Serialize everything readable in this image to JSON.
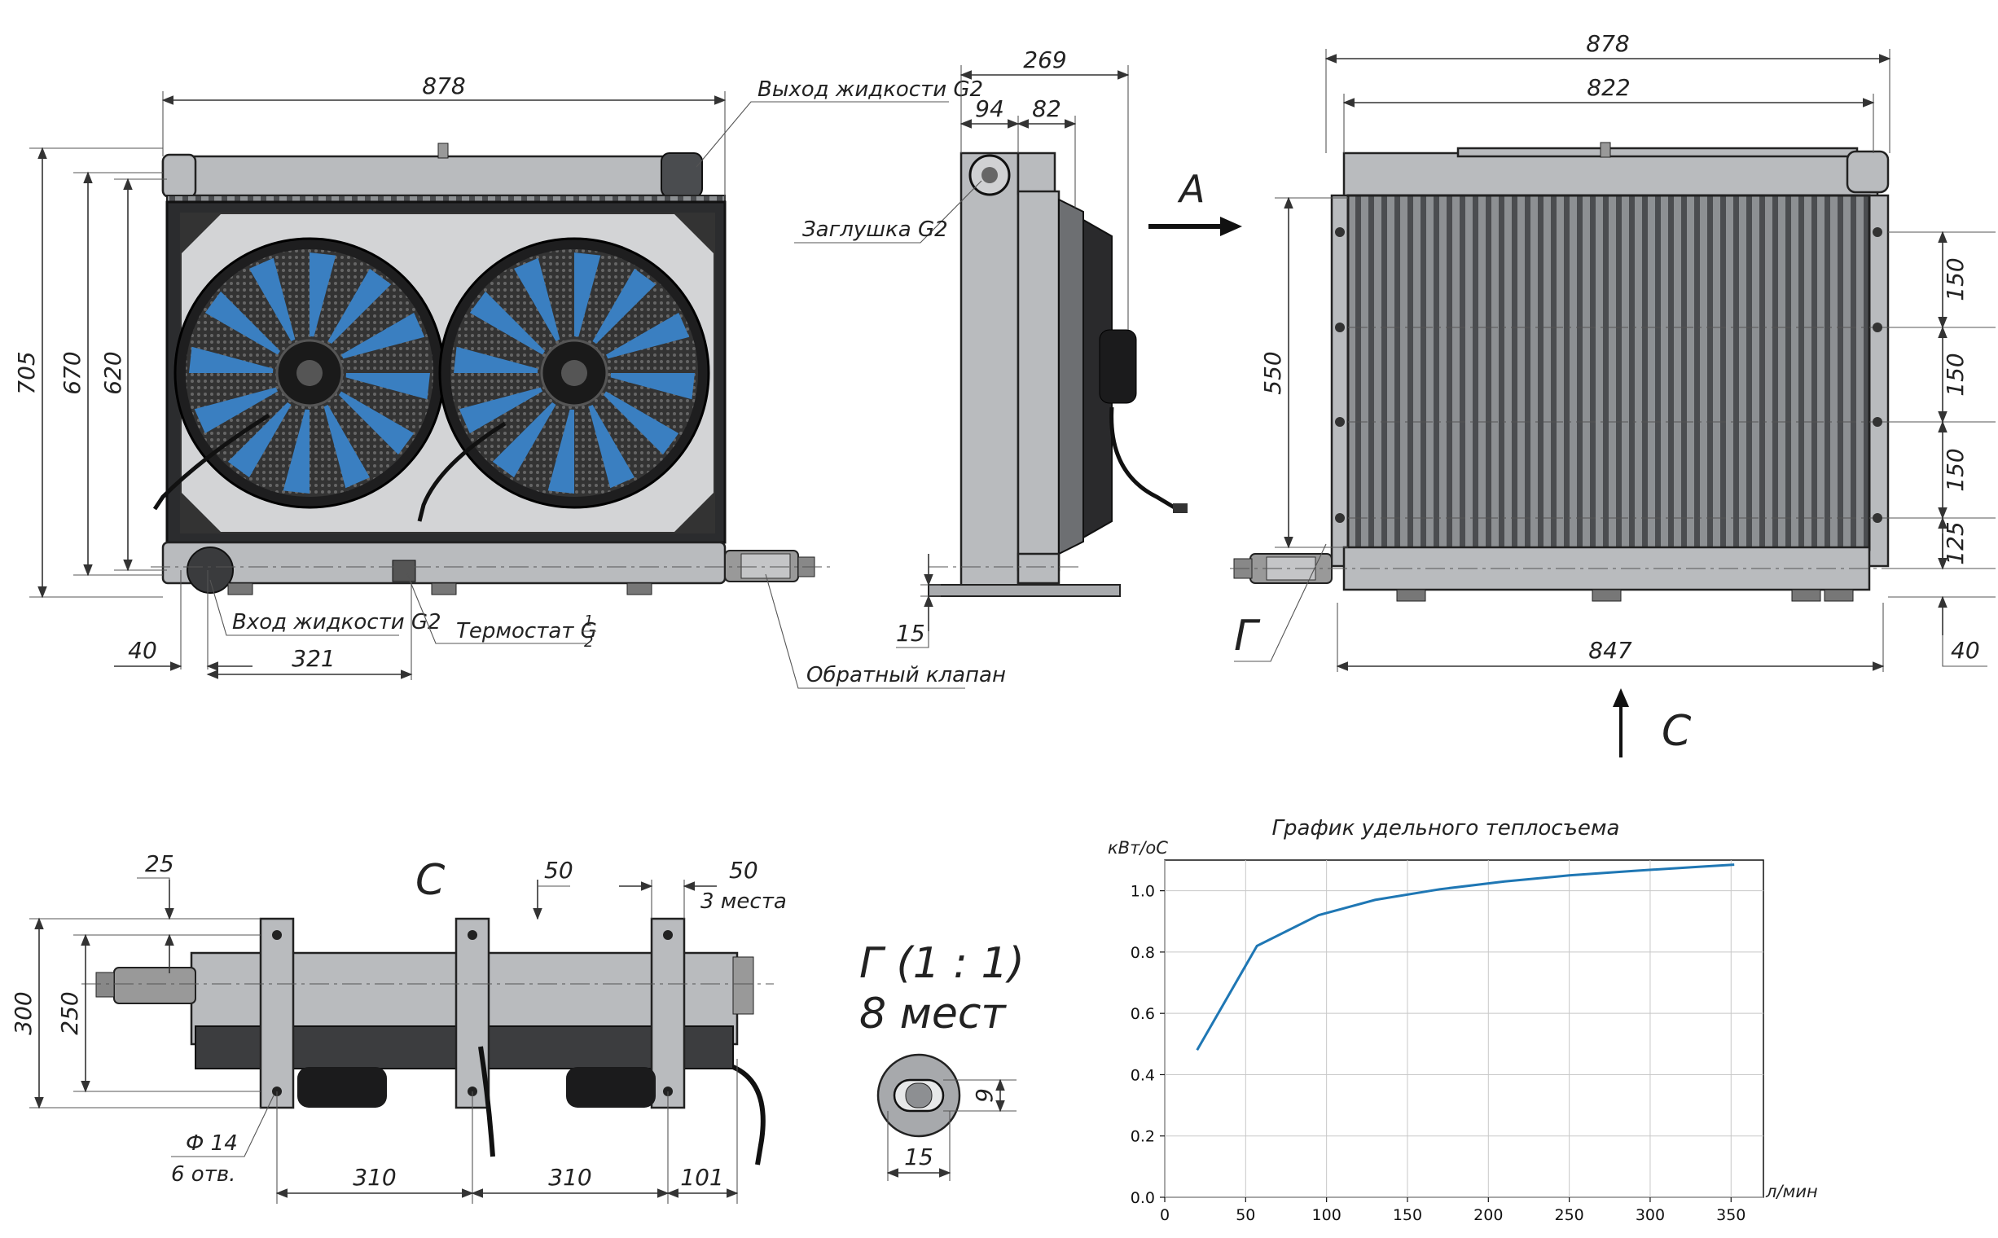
{
  "front_view": {
    "width": "878",
    "height_705": "705",
    "height_670": "670",
    "height_620": "620",
    "offset_40": "40",
    "dist_321": "321",
    "outlet": "Выход жидкости G2",
    "inlet": "Вход жидкости G2",
    "thermostat": "Термостат G",
    "thermostat_num": "1",
    "thermostat_den": "2",
    "check_valve": "Обратный клапан"
  },
  "side_view": {
    "depth_269": "269",
    "d94": "94",
    "d82": "82",
    "plug": "Заглушка G2",
    "d15": "15",
    "arrow_a": "A"
  },
  "rear_view": {
    "w878": "878",
    "w822": "822",
    "w847": "847",
    "h550": "550",
    "p150a": "150",
    "p150b": "150",
    "p150c": "150",
    "p125": "125",
    "p40": "40",
    "label_g": "Г",
    "arrow_c": "C"
  },
  "bottom_view": {
    "title": "C",
    "d25": "25",
    "d50": "50",
    "d50b": "50",
    "places": "3 места",
    "h300": "300",
    "h250": "250",
    "hole_d": "Ф 14",
    "holes": "6 отв.",
    "s310a": "310",
    "s310b": "310",
    "s101": "101"
  },
  "detail": {
    "title": "Г (1 : 1)",
    "subtitle": "8 мест",
    "d9": "9",
    "d15": "15"
  },
  "chart_data": {
    "type": "line",
    "title": "График удельного теплосъема",
    "xlabel": "л/мин",
    "ylabel": "кВт/оС",
    "x": [
      20,
      57,
      95,
      130,
      170,
      210,
      250,
      290,
      330,
      352
    ],
    "y": [
      0.48,
      0.82,
      0.92,
      0.97,
      1.005,
      1.03,
      1.05,
      1.065,
      1.078,
      1.085
    ],
    "xlim": [
      0,
      370
    ],
    "ylim": [
      0,
      1.1
    ],
    "xticks": [
      "0",
      "50",
      "100",
      "150",
      "200",
      "250",
      "300",
      "350"
    ],
    "yticks": [
      "0.0",
      "0.2",
      "0.4",
      "0.6",
      "0.8",
      "1.0"
    ],
    "grid": true,
    "color": "#1f77b4"
  }
}
